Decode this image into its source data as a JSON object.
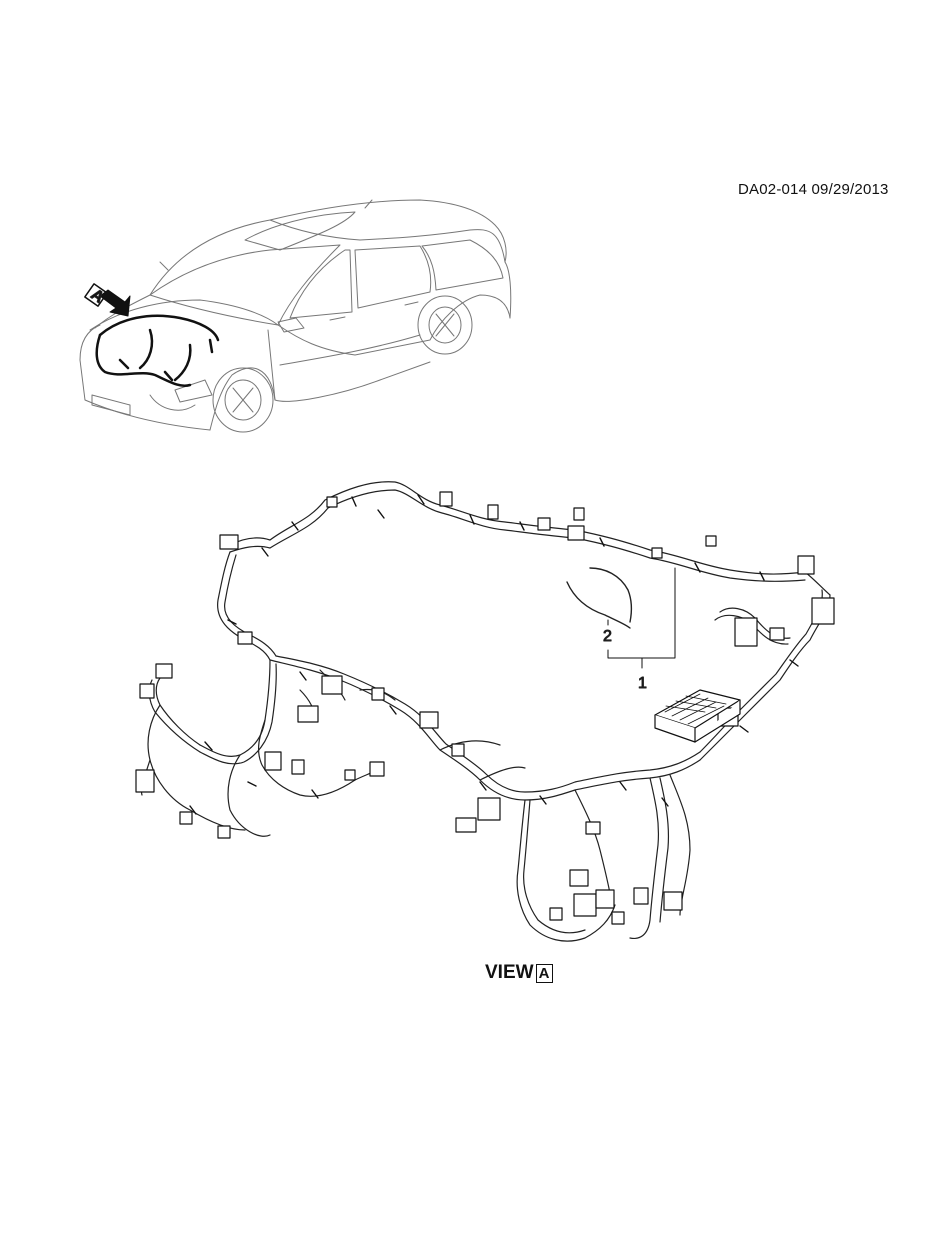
{
  "header": {
    "doc_id": "DA02-014 09/29/2013"
  },
  "vehicle_view": {
    "pointer_letter": "A"
  },
  "harness": {
    "callouts": [
      {
        "number": "1"
      },
      {
        "number": "2"
      }
    ]
  },
  "footer": {
    "view_word": "VIEW",
    "view_letter": "A"
  }
}
